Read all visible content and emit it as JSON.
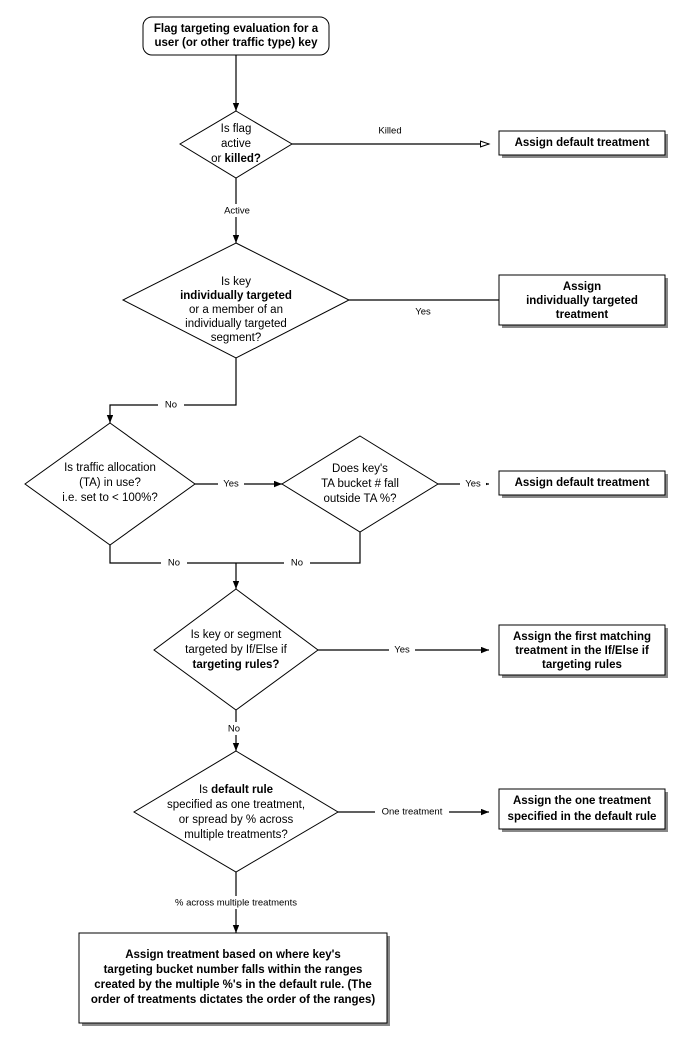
{
  "diagram": {
    "title": "Flag targeting evaluation flowchart",
    "type": "flowchart",
    "background_color": "#ffffff",
    "stroke_color": "#000000",
    "shadow_color": "#888888"
  },
  "nodes": {
    "start": {
      "shape": "terminal",
      "lines": [
        "Flag targeting evaluation for a",
        "user (or other traffic type) key"
      ]
    },
    "d1": {
      "shape": "decision",
      "lines": [
        "Is flag",
        "active",
        "or killed?"
      ],
      "bold_lines": [
        false,
        false,
        false
      ],
      "bold_words": [
        "killed?"
      ]
    },
    "b1": {
      "shape": "process",
      "lines": [
        "Assign default treatment"
      ]
    },
    "d2": {
      "shape": "decision",
      "lines": [
        "Is key",
        "individually targeted",
        "or a member of an",
        "individually targeted",
        "segment?"
      ],
      "bold_lines": [
        false,
        true,
        false,
        false,
        false
      ]
    },
    "b2": {
      "shape": "process",
      "lines": [
        "Assign",
        "individually targeted",
        "treatment"
      ]
    },
    "d3": {
      "shape": "decision",
      "lines": [
        "Is traffic allocation",
        "(TA) in use?",
        "i.e. set to < 100%?"
      ],
      "bold_lines": [
        false,
        false,
        false
      ]
    },
    "d4": {
      "shape": "decision",
      "lines": [
        "Does key's",
        "TA bucket # fall",
        "outside TA %?"
      ],
      "bold_lines": [
        false,
        false,
        false
      ]
    },
    "b3": {
      "shape": "process",
      "lines": [
        "Assign default treatment"
      ]
    },
    "d5": {
      "shape": "decision",
      "lines": [
        "Is key or segment",
        "targeted by If/Else if",
        "targeting rules?"
      ],
      "bold_lines": [
        false,
        false,
        true
      ]
    },
    "b4": {
      "shape": "process",
      "lines": [
        "Assign the first matching",
        "treatment in the If/Else if",
        "targeting rules"
      ]
    },
    "d6": {
      "shape": "decision",
      "lines": [
        "Is default rule",
        "specified as one treatment,",
        "or spread by % across",
        "multiple treatments?"
      ],
      "bold_lines": [
        false,
        false,
        false,
        false
      ],
      "bold_words": [
        "default rule"
      ]
    },
    "b5": {
      "shape": "process",
      "lines": [
        "Assign the one treatment",
        "specified in the default rule"
      ]
    },
    "b6": {
      "shape": "process",
      "lines": [
        "Assign treatment based on where key's",
        "targeting bucket number falls within the ranges",
        "created by the multiple %'s in the default rule. (The",
        "order of treatments dictates the order of the ranges)"
      ]
    }
  },
  "edges": [
    {
      "id": "e-start-d1",
      "label": ""
    },
    {
      "id": "e-d1-b1",
      "label": "Killed"
    },
    {
      "id": "e-d1-d2",
      "label": "Active"
    },
    {
      "id": "e-d2-b2",
      "label": "Yes"
    },
    {
      "id": "e-d2-d3",
      "label": "No"
    },
    {
      "id": "e-d3-d4",
      "label": "Yes"
    },
    {
      "id": "e-d3-merge",
      "label": "No"
    },
    {
      "id": "e-d4-b3",
      "label": "Yes"
    },
    {
      "id": "e-d4-merge",
      "label": "No"
    },
    {
      "id": "e-merge-d5",
      "label": ""
    },
    {
      "id": "e-d5-b4",
      "label": "Yes"
    },
    {
      "id": "e-d5-d6",
      "label": "No"
    },
    {
      "id": "e-d6-b5",
      "label": "One treatment"
    },
    {
      "id": "e-d6-b6",
      "label": "% across multiple treatments"
    }
  ]
}
